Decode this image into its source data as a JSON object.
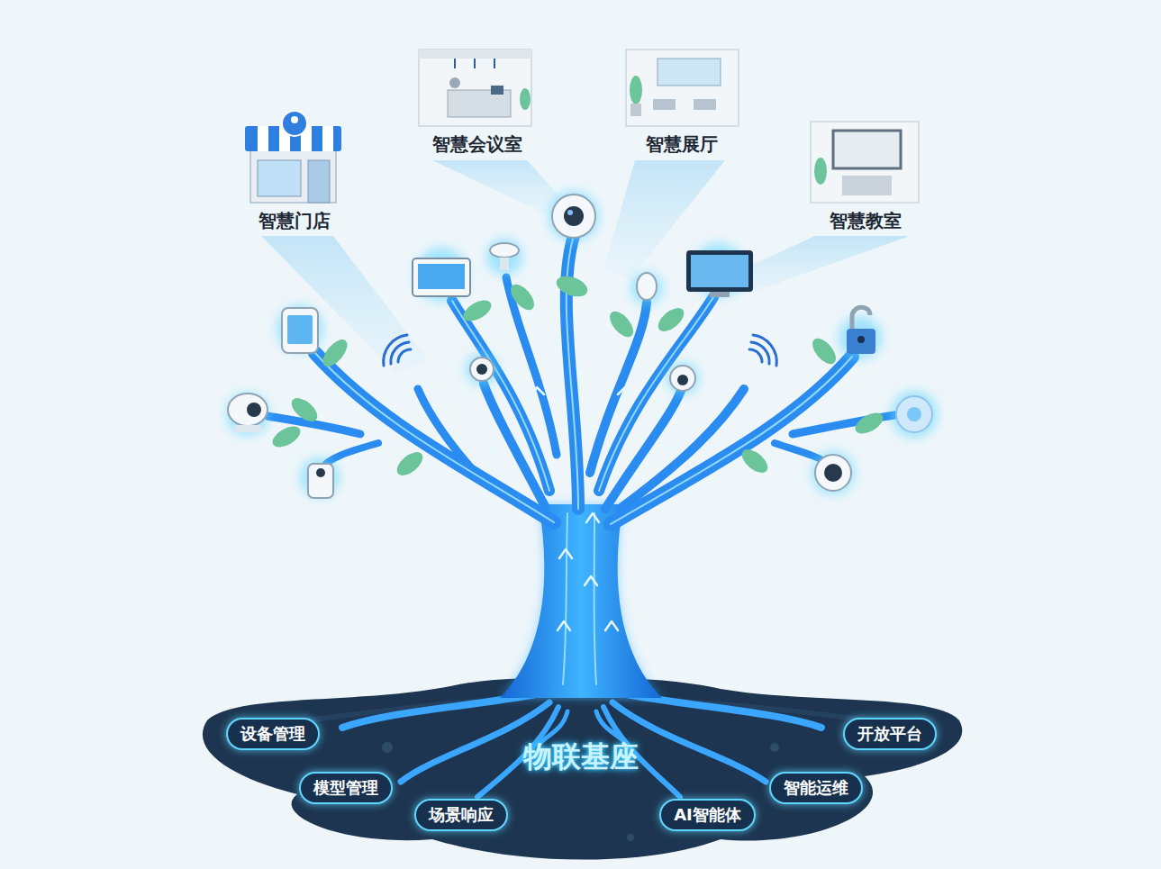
{
  "diagram": {
    "nodes": [
      {
        "text": [
          "设备管理"
        ]
      },
      {
        "text": [
          "开放平台"
        ]
      },
      {
        "text": [
          "模型管理"
        ]
      },
      {
        "text": [
          "智能运维"
        ]
      },
      {
        "text": [
          "场景响应"
        ]
      },
      {
        "text": [
          "AI智能体"
        ]
      }
    ],
    "labels": [
      "智慧会议室",
      "智慧展厅",
      "智慧门店",
      "智慧教室",
      "物联基座"
    ]
  }
}
